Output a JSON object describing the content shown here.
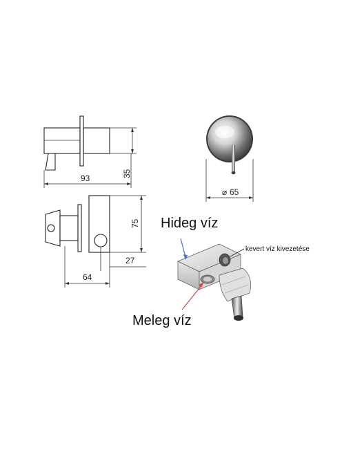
{
  "dimensions": {
    "width_93": "93",
    "height_35": "35",
    "height_75": "75",
    "offset_27": "27",
    "width_64": "64",
    "diameter_65": "65",
    "diameter_symbol": "⌀"
  },
  "labels": {
    "cold_water": "Hideg víz",
    "hot_water": "Meleg víz",
    "mixed_outlet": "kevert víz kivezetése"
  },
  "colors": {
    "cold_pointer": "#4a6fd1",
    "hot_pointer": "#d44a4a",
    "line": "#333333"
  }
}
